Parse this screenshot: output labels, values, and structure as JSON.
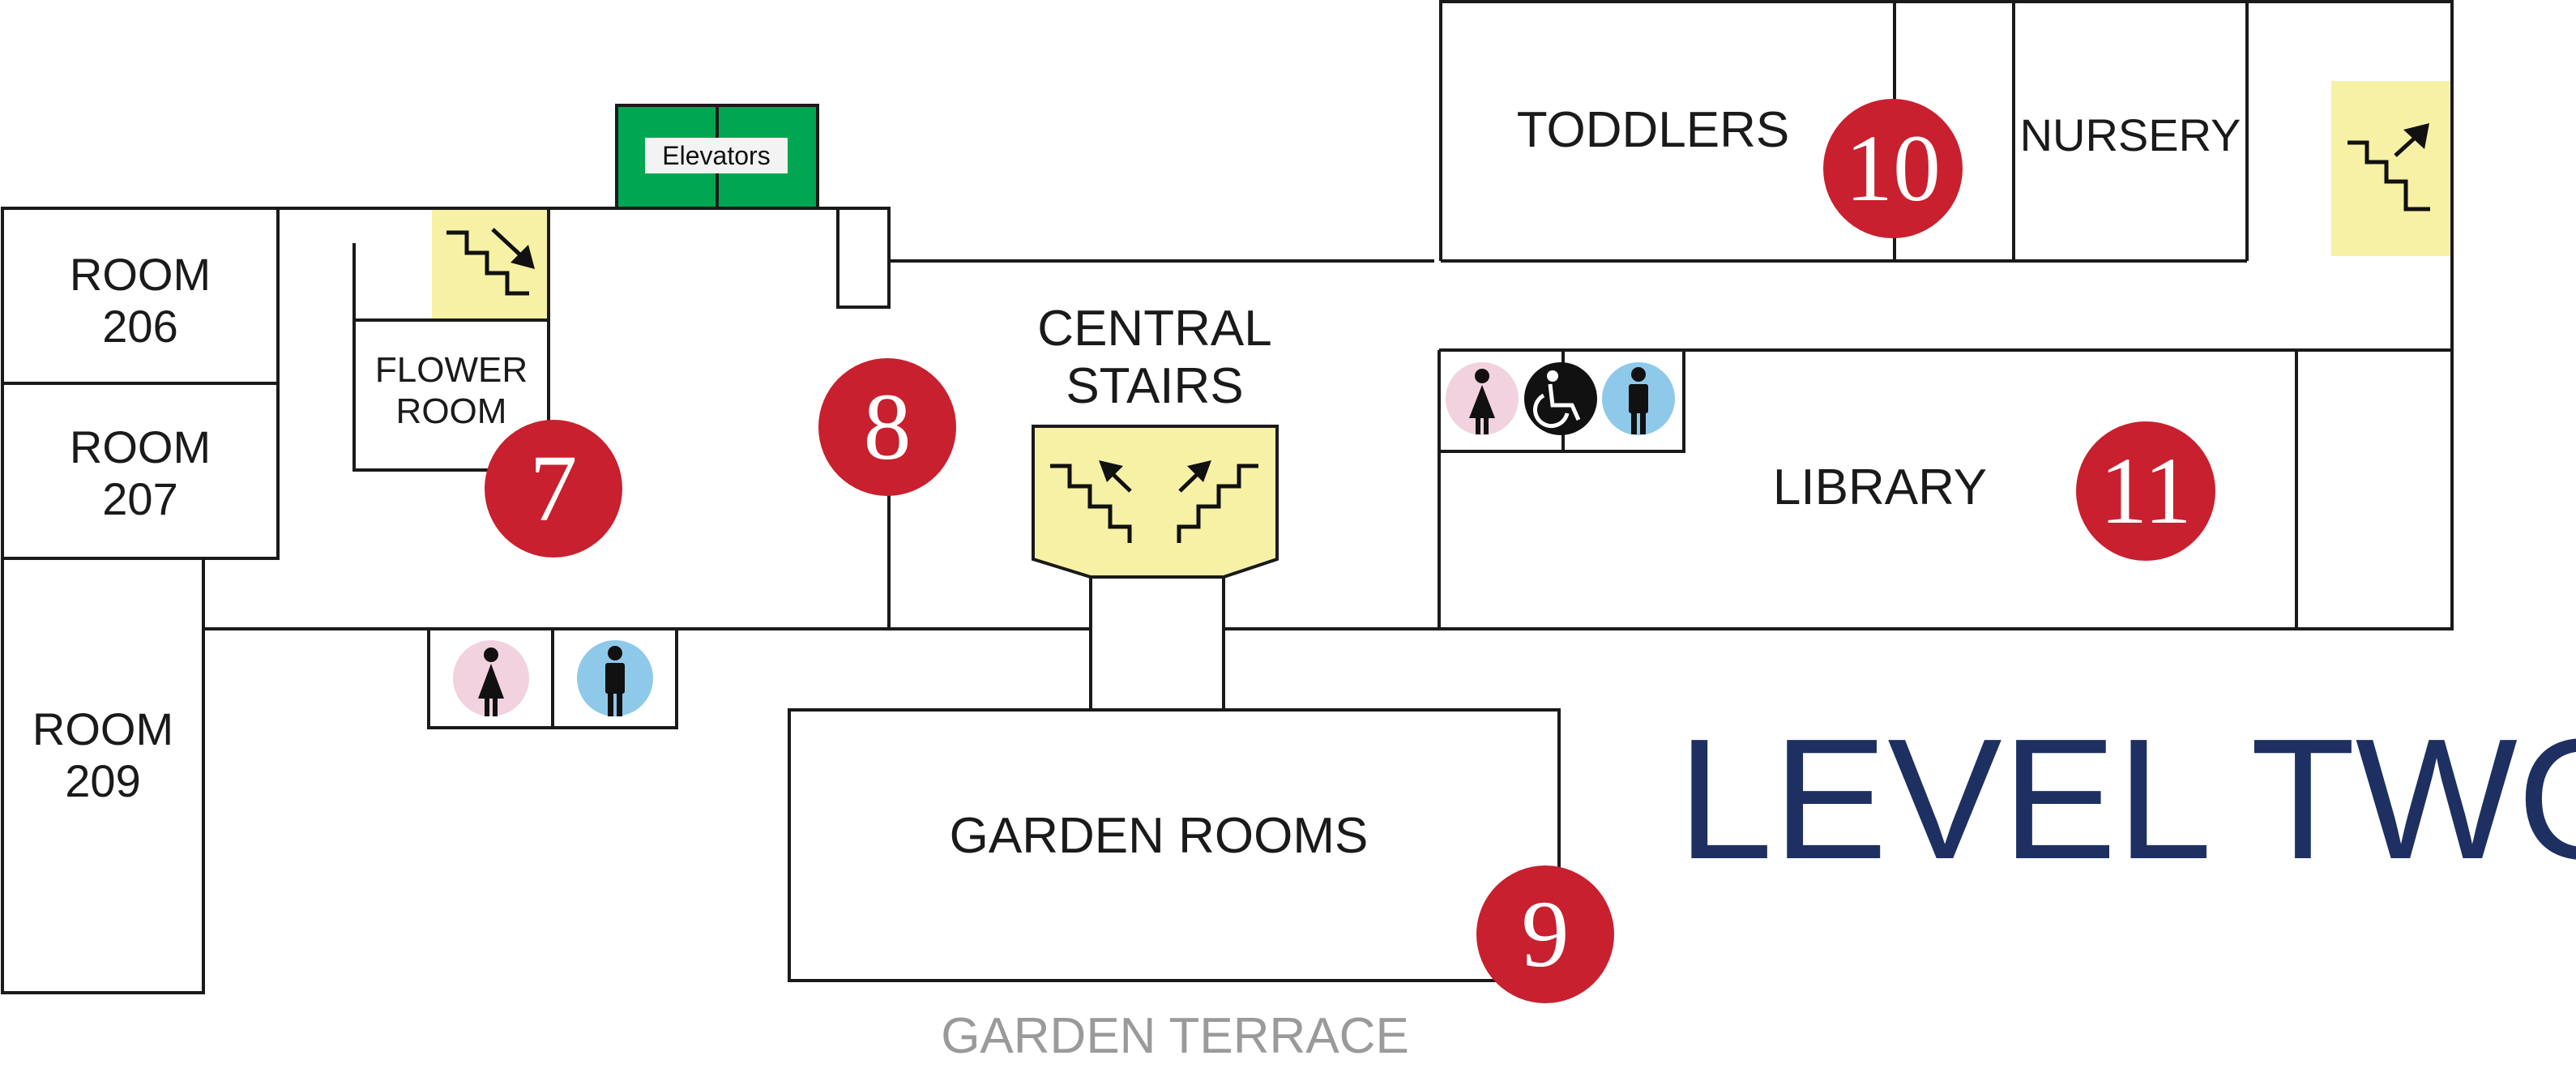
{
  "title": "LEVEL TWO",
  "colors": {
    "title": "#1e3062",
    "marker": "#c8202e",
    "stairs": "#f7f1a6",
    "elevator": "#00a651",
    "women_restroom": "#f2d2de",
    "men_restroom": "#8ec9ea",
    "accessible": "#111111"
  },
  "rooms": {
    "room_206": "ROOM\n206",
    "room_207": "ROOM\n207",
    "room_209": "ROOM\n209",
    "flower_room": "FLOWER\nROOM",
    "central_stairs": "CENTRAL\nSTAIRS",
    "toddlers": "TODDLERS",
    "nursery": "NURSERY",
    "library": "LIBRARY",
    "garden_rooms": "GARDEN ROOMS",
    "garden_terrace": "GARDEN TERRACE",
    "elevators": "Elevators"
  },
  "markers": {
    "m7": "7",
    "m8": "8",
    "m9": "9",
    "m10": "10",
    "m11": "11"
  },
  "icons": {
    "stairs": "stairs-icon",
    "arrow": "arrow-icon",
    "elevator": "elevator-icon",
    "women": "women-restroom-icon",
    "men": "men-restroom-icon",
    "accessible": "wheelchair-icon"
  }
}
